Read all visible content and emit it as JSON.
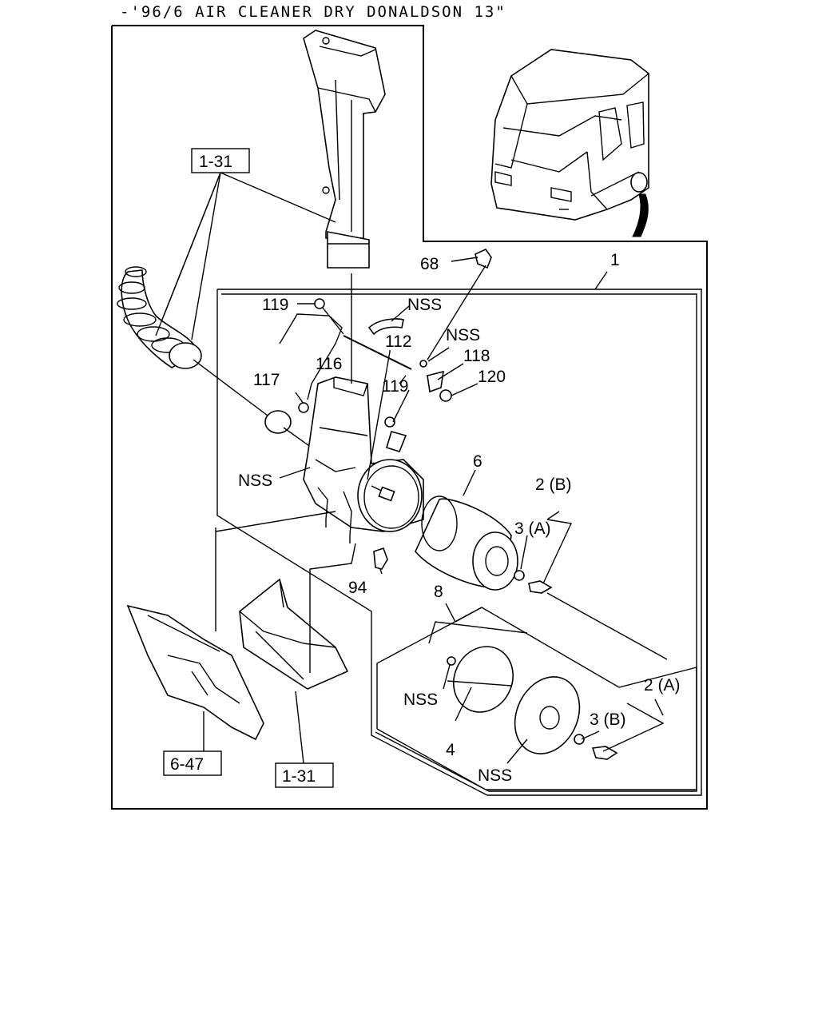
{
  "title": "-'96/6 AIR CLEANER DRY DONALDSON 13\"",
  "callouts": {
    "ref_1_31_top": "1-31",
    "ref_1_31_bottom": "1-31",
    "ref_6_47": "6-47",
    "p1": "1",
    "p68": "68",
    "p119a": "119",
    "p119b": "119",
    "nss_top": "NSS",
    "nss_mid": "NSS",
    "nss_left": "NSS",
    "nss_gasket": "NSS",
    "nss_cover": "NSS",
    "p112": "112",
    "p116": "116",
    "p117": "117",
    "p118": "118",
    "p120": "120",
    "p6": "6",
    "p2b": "2 (B)",
    "p3a": "3 (A)",
    "p94": "94",
    "p8": "8",
    "p2a": "2 (A)",
    "p3b": "3 (B)",
    "p4": "4"
  }
}
